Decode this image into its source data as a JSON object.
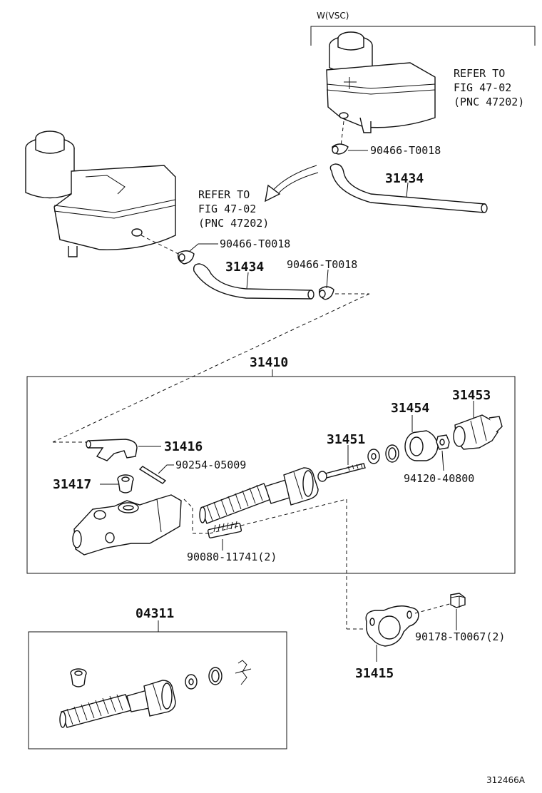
{
  "variant_label": "W(VSC)",
  "refer_upper": [
    "REFER TO",
    "FIG 47-02",
    "(PNC 47202)"
  ],
  "refer_lower": [
    "REFER TO",
    "FIG 47-02",
    "(PNC 47202)"
  ],
  "parts": {
    "clip_upper": "90466-T0018",
    "hose_upper": "31434",
    "clip_lower_left": "90466-T0018",
    "hose_lower": "31434",
    "clip_lower_right": "90466-T0018",
    "master_cylinder_assy": "31410",
    "boot_31453": "31453",
    "cup_31454": "31454",
    "rod_31451": "31451",
    "union_31416": "31416",
    "pin_90254": "90254-05009",
    "grommet_31417": "31417",
    "nut_94120": "94120-40800",
    "bolt_90080": "90080-11741(2)",
    "kit_04311": "04311",
    "nut_90178": "90178-T0067(2)",
    "gasket_31415": "31415"
  },
  "diagram_id": "312466A"
}
